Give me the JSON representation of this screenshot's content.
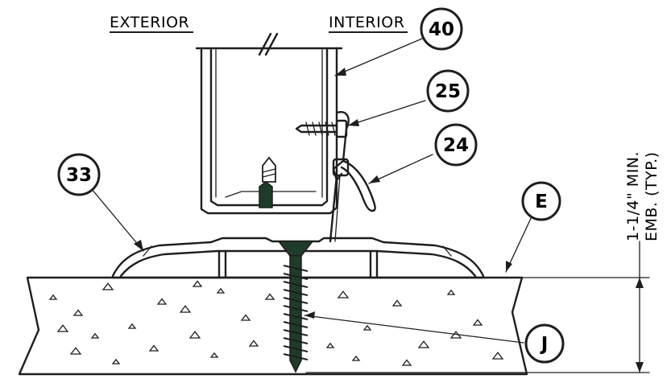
{
  "header": {
    "exterior": "EXTERIOR",
    "interior": "INTERIOR"
  },
  "callouts": {
    "c40": "40",
    "c25": "25",
    "c24": "24",
    "c33": "33",
    "cE": "E",
    "cJ": "J"
  },
  "dimension": {
    "line1": "1-1/4\" MIN.",
    "line2": "EMB. (TYP.)"
  },
  "colors": {
    "ink": "#1e1e1e",
    "screw": "#1f3b2a"
  }
}
